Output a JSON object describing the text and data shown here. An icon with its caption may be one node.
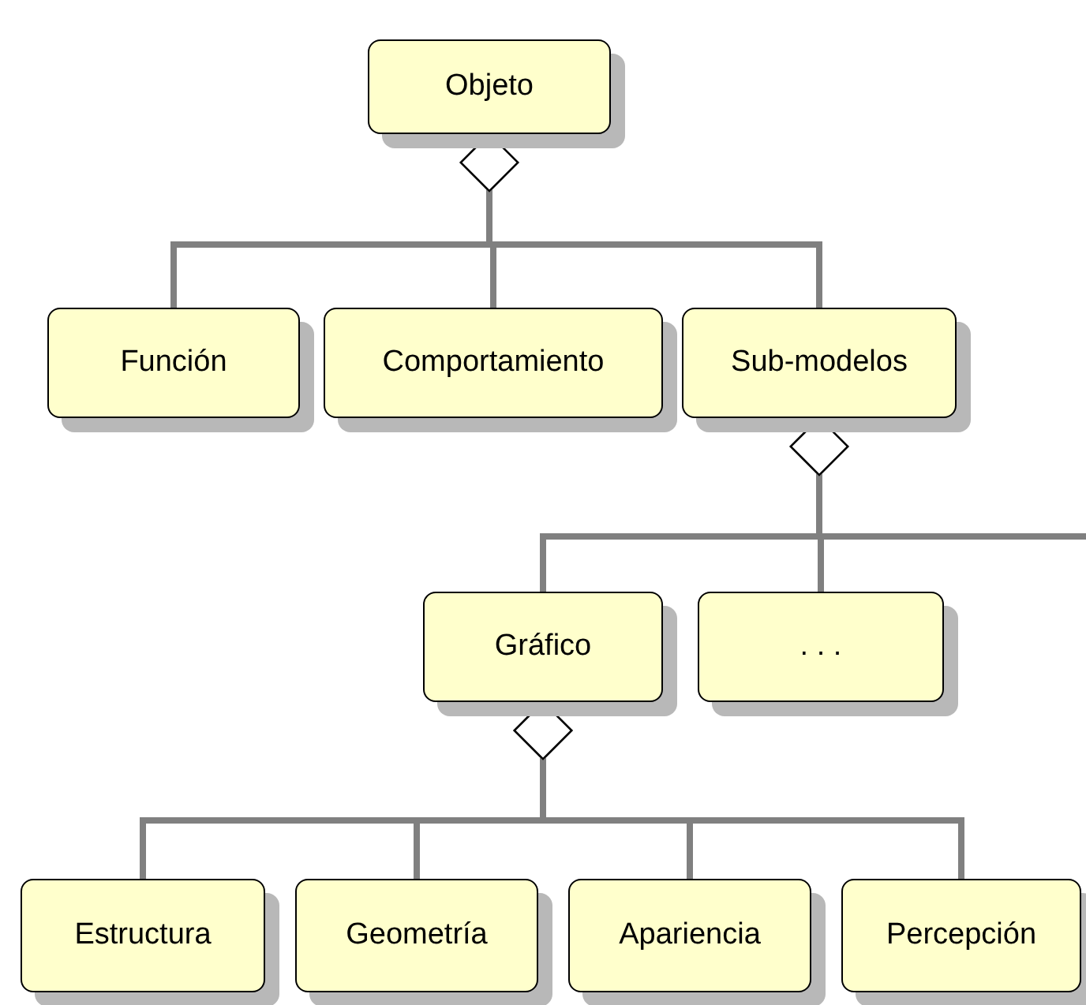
{
  "diagram": {
    "nodes": [
      {
        "text": [
          "Objeto"
        ]
      },
      {
        "text": [
          "Función"
        ]
      },
      {
        "text": [
          "Comportamiento"
        ]
      },
      {
        "text": [
          "Sub-modelos"
        ]
      },
      {
        "text": [
          "Gráfico"
        ]
      },
      {
        "text": [
          ". . ."
        ]
      },
      {
        "text": [
          "Estructura"
        ]
      },
      {
        "text": [
          "Geometría"
        ]
      },
      {
        "text": [
          "Apariencia"
        ]
      },
      {
        "text": [
          "Percepción"
        ]
      }
    ],
    "edges": [
      {
        "from": 0,
        "to": 1,
        "arrow": "other"
      },
      {
        "from": 0,
        "to": 2,
        "arrow": "other"
      },
      {
        "from": 0,
        "to": 3,
        "arrow": "other"
      },
      {
        "from": 3,
        "to": 4,
        "arrow": "other"
      },
      {
        "from": 3,
        "to": 5,
        "arrow": "other"
      },
      {
        "from": 3,
        "to": null,
        "arrow": "other"
      },
      {
        "from": 4,
        "to": 6,
        "arrow": "other"
      },
      {
        "from": 4,
        "to": 7,
        "arrow": "other"
      },
      {
        "from": 4,
        "to": 8,
        "arrow": "other"
      },
      {
        "from": 4,
        "to": 9,
        "arrow": "other"
      }
    ]
  }
}
